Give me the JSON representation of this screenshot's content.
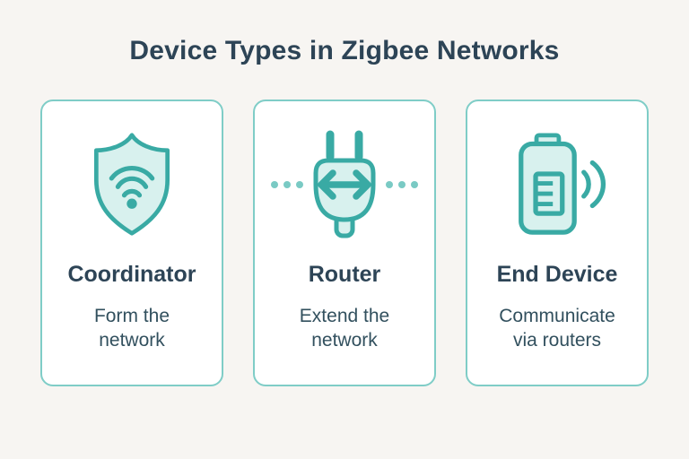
{
  "title": "Device Types in Zigbee Networks",
  "colors": {
    "background": "#f7f5f2",
    "card_background": "#ffffff",
    "card_border": "#7fcdc7",
    "icon_stroke": "#39aaa4",
    "icon_fill": "#d8f1ee",
    "dot_color": "#7acac4",
    "heading_text": "#2d4456",
    "body_text": "#32505e"
  },
  "cards": [
    {
      "icon": "shield-wifi-icon",
      "title": "Coordinator",
      "description_line1": "Form the",
      "description_line2": "network"
    },
    {
      "icon": "plug-sync-icon",
      "title": "Router",
      "description_line1": "Extend the",
      "description_line2": "network"
    },
    {
      "icon": "battery-signal-icon",
      "title": "End Device",
      "description_line1": "Communicate",
      "description_line2": "via routers"
    }
  ]
}
